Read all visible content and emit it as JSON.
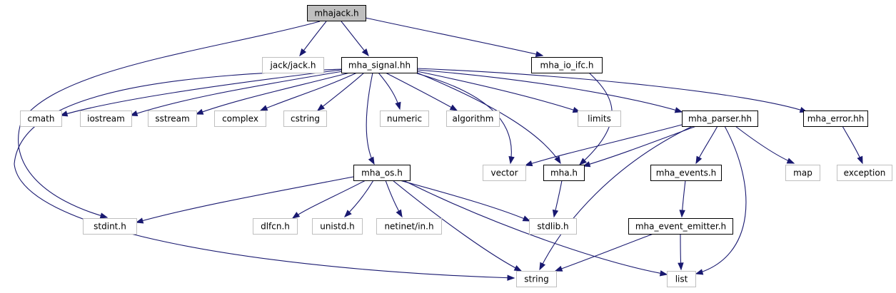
{
  "graph": {
    "nodes": [
      {
        "id": "mhajack",
        "label": "mhajack.h",
        "kind": "root"
      },
      {
        "id": "jack",
        "label": "jack/jack.h",
        "kind": "external"
      },
      {
        "id": "mha_signal",
        "label": "mha_signal.hh",
        "kind": "documented"
      },
      {
        "id": "mha_io_ifc",
        "label": "mha_io_ifc.h",
        "kind": "documented"
      },
      {
        "id": "cmath",
        "label": "cmath",
        "kind": "external"
      },
      {
        "id": "iostream",
        "label": "iostream",
        "kind": "external"
      },
      {
        "id": "sstream",
        "label": "sstream",
        "kind": "external"
      },
      {
        "id": "complex",
        "label": "complex",
        "kind": "external"
      },
      {
        "id": "cstring",
        "label": "cstring",
        "kind": "external"
      },
      {
        "id": "numeric",
        "label": "numeric",
        "kind": "external"
      },
      {
        "id": "algorithm",
        "label": "algorithm",
        "kind": "external"
      },
      {
        "id": "limits",
        "label": "limits",
        "kind": "external"
      },
      {
        "id": "mha_parser",
        "label": "mha_parser.hh",
        "kind": "documented"
      },
      {
        "id": "mha_error",
        "label": "mha_error.hh",
        "kind": "documented"
      },
      {
        "id": "mha_os",
        "label": "mha_os.h",
        "kind": "documented"
      },
      {
        "id": "vector",
        "label": "vector",
        "kind": "external"
      },
      {
        "id": "mha_h",
        "label": "mha.h",
        "kind": "documented"
      },
      {
        "id": "mha_events",
        "label": "mha_events.h",
        "kind": "documented"
      },
      {
        "id": "map",
        "label": "map",
        "kind": "external"
      },
      {
        "id": "exception",
        "label": "exception",
        "kind": "external"
      },
      {
        "id": "stdint",
        "label": "stdint.h",
        "kind": "external"
      },
      {
        "id": "dlfcn",
        "label": "dlfcn.h",
        "kind": "external"
      },
      {
        "id": "unistd",
        "label": "unistd.h",
        "kind": "external"
      },
      {
        "id": "netinet",
        "label": "netinet/in.h",
        "kind": "external"
      },
      {
        "id": "stdlib",
        "label": "stdlib.h",
        "kind": "external"
      },
      {
        "id": "mha_event_emitter",
        "label": "mha_event_emitter.h",
        "kind": "documented"
      },
      {
        "id": "string",
        "label": "string",
        "kind": "external"
      },
      {
        "id": "list",
        "label": "list",
        "kind": "external"
      }
    ],
    "edges": [
      {
        "from": "mhajack",
        "to": "jack"
      },
      {
        "from": "mhajack",
        "to": "mha_signal"
      },
      {
        "from": "mhajack",
        "to": "mha_io_ifc"
      },
      {
        "from": "mhajack",
        "to": "stdint"
      },
      {
        "from": "mha_signal",
        "to": "cmath"
      },
      {
        "from": "mha_signal",
        "to": "iostream"
      },
      {
        "from": "mha_signal",
        "to": "sstream"
      },
      {
        "from": "mha_signal",
        "to": "complex"
      },
      {
        "from": "mha_signal",
        "to": "cstring"
      },
      {
        "from": "mha_signal",
        "to": "numeric"
      },
      {
        "from": "mha_signal",
        "to": "algorithm"
      },
      {
        "from": "mha_signal",
        "to": "limits"
      },
      {
        "from": "mha_signal",
        "to": "mha_parser"
      },
      {
        "from": "mha_signal",
        "to": "mha_error"
      },
      {
        "from": "mha_signal",
        "to": "mha_os"
      },
      {
        "from": "mha_signal",
        "to": "vector"
      },
      {
        "from": "mha_signal",
        "to": "mha_h"
      },
      {
        "from": "mha_signal",
        "to": "string"
      },
      {
        "from": "mha_io_ifc",
        "to": "mha_h"
      },
      {
        "from": "mha_parser",
        "to": "vector"
      },
      {
        "from": "mha_parser",
        "to": "mha_h"
      },
      {
        "from": "mha_parser",
        "to": "mha_events"
      },
      {
        "from": "mha_parser",
        "to": "map"
      },
      {
        "from": "mha_parser",
        "to": "string"
      },
      {
        "from": "mha_parser",
        "to": "list"
      },
      {
        "from": "mha_error",
        "to": "exception"
      },
      {
        "from": "mha_os",
        "to": "stdint"
      },
      {
        "from": "mha_os",
        "to": "dlfcn"
      },
      {
        "from": "mha_os",
        "to": "unistd"
      },
      {
        "from": "mha_os",
        "to": "netinet"
      },
      {
        "from": "mha_os",
        "to": "stdlib"
      },
      {
        "from": "mha_os",
        "to": "string"
      },
      {
        "from": "mha_os",
        "to": "list"
      },
      {
        "from": "mha_h",
        "to": "stdlib"
      },
      {
        "from": "mha_events",
        "to": "mha_event_emitter"
      },
      {
        "from": "mha_event_emitter",
        "to": "string"
      },
      {
        "from": "mha_event_emitter",
        "to": "list"
      }
    ]
  },
  "colors": {
    "edge": "#191970",
    "root_fill": "#bfbfbf",
    "documented_border": "#000000",
    "external_border": "#bfbfbf",
    "node_fill": "#ffffff"
  }
}
